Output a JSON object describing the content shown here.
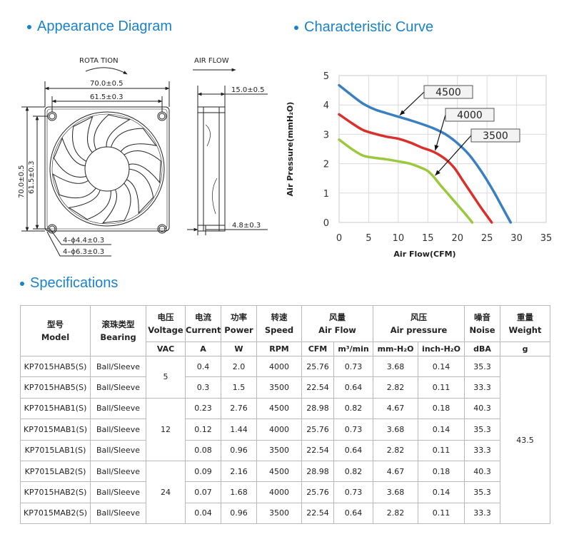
{
  "sections": {
    "appearance": "Appearance Diagram",
    "curve": "Characteristic Curve",
    "specs": "Specifications"
  },
  "diagram": {
    "rotation": "ROTA TION",
    "airflow": "AIR FLOW",
    "dim_outer": "70.0±0.5",
    "dim_inner": "61.5±0.3",
    "dim_depth": "15.0±0.5",
    "dim_flange": "4.8±0.3",
    "dim_hole_small": "4–ϕ4.4±0.3",
    "dim_hole_large": "4–ϕ6.3±0.3"
  },
  "chart_data": {
    "type": "line",
    "xlabel": "Air Flow(CFM)",
    "ylabel": "Air Pressure(mmH₂O)",
    "xlim": [
      0,
      35
    ],
    "ylim": [
      0,
      5
    ],
    "xticks": [
      0,
      5,
      10,
      15,
      20,
      25,
      30,
      35
    ],
    "yticks": [
      0,
      1,
      2,
      3,
      4,
      5
    ],
    "grid": true,
    "series": [
      {
        "name": "4500",
        "color": "#3a7fc0",
        "x": [
          0,
          2,
          4,
          6,
          8,
          10,
          12,
          14,
          16,
          18,
          20,
          22,
          24,
          26,
          27.5,
          29
        ],
        "y": [
          4.67,
          4.35,
          4.05,
          3.85,
          3.72,
          3.6,
          3.48,
          3.35,
          3.2,
          3.0,
          2.7,
          2.3,
          1.75,
          1.1,
          0.55,
          0
        ]
      },
      {
        "name": "4000",
        "color": "#d9302c",
        "x": [
          0,
          2,
          4,
          6,
          8,
          10,
          12,
          14,
          16,
          18,
          19.5,
          21,
          22.5,
          24,
          25.8
        ],
        "y": [
          3.68,
          3.4,
          3.15,
          3.02,
          2.92,
          2.85,
          2.72,
          2.55,
          2.4,
          2.15,
          1.85,
          1.4,
          0.95,
          0.5,
          0
        ]
      },
      {
        "name": "3500",
        "color": "#9bc83c",
        "x": [
          0,
          2,
          4,
          6,
          8,
          10,
          12,
          14,
          15,
          16,
          17,
          18.5,
          20,
          21.5,
          22.5
        ],
        "y": [
          2.82,
          2.52,
          2.28,
          2.2,
          2.15,
          2.08,
          2.0,
          1.85,
          1.75,
          1.55,
          1.3,
          0.95,
          0.6,
          0.25,
          0
        ]
      }
    ]
  },
  "table": {
    "headers": [
      {
        "zh": "型号",
        "en": "Model"
      },
      {
        "zh": "滚珠类型",
        "en": "Bearing"
      },
      {
        "zh": "电压",
        "en": "Voltage"
      },
      {
        "zh": "电流",
        "en": "Current"
      },
      {
        "zh": "功率",
        "en": "Power"
      },
      {
        "zh": "转速",
        "en": "Speed"
      },
      {
        "zh": "风量",
        "en": "Air Flow"
      },
      {
        "zh": "风压",
        "en": "Air pressure"
      },
      {
        "zh": "噪音",
        "en": "Noise"
      },
      {
        "zh": "重量",
        "en": "Weight"
      }
    ],
    "units": [
      "VAC",
      "A",
      "W",
      "RPM",
      "CFM",
      "m³/min",
      "mm-H₂O",
      "inch-H₂O",
      "dBA",
      "g"
    ],
    "voltages": [
      "5",
      "12",
      "24"
    ],
    "weight": "43.5",
    "rows": [
      [
        "KP7015HAB5(S)",
        "Ball/Sleeve",
        "0.4",
        "2.0",
        "4000",
        "25.76",
        "0.73",
        "3.68",
        "0.14",
        "35.3"
      ],
      [
        "KP7015HAB5(S)",
        "Ball/Sleeve",
        "0.3",
        "1.5",
        "3500",
        "22.54",
        "0.64",
        "2.82",
        "0.11",
        "33.3"
      ],
      [
        "KP7015HAB1(S)",
        "Ball/Sleeve",
        "0.23",
        "2.76",
        "4500",
        "28.98",
        "0.82",
        "4.67",
        "0.18",
        "40.3"
      ],
      [
        "KP7015MAB1(S)",
        "Ball/Sleeve",
        "0.12",
        "1.44",
        "4000",
        "25.76",
        "0.73",
        "3.68",
        "0.14",
        "35.3"
      ],
      [
        "KP7015LAB1(S)",
        "Ball/Sleeve",
        "0.08",
        "0.96",
        "3500",
        "22.54",
        "0.64",
        "2.82",
        "0.11",
        "33.3"
      ],
      [
        "KP7015LAB2(S)",
        "Ball/Sleeve",
        "0.09",
        "2.16",
        "4500",
        "28.98",
        "0.82",
        "4.67",
        "0.18",
        "40.3"
      ],
      [
        "KP7015HAB2(S)",
        "Ball/Sleeve",
        "0.07",
        "1.68",
        "4000",
        "25.76",
        "0.73",
        "3.68",
        "0.14",
        "35.3"
      ],
      [
        "KP7015MAB2(S)",
        "Ball/Sleeve",
        "0.04",
        "0.96",
        "3500",
        "22.54",
        "0.64",
        "2.82",
        "0.11",
        "33.3"
      ]
    ]
  }
}
